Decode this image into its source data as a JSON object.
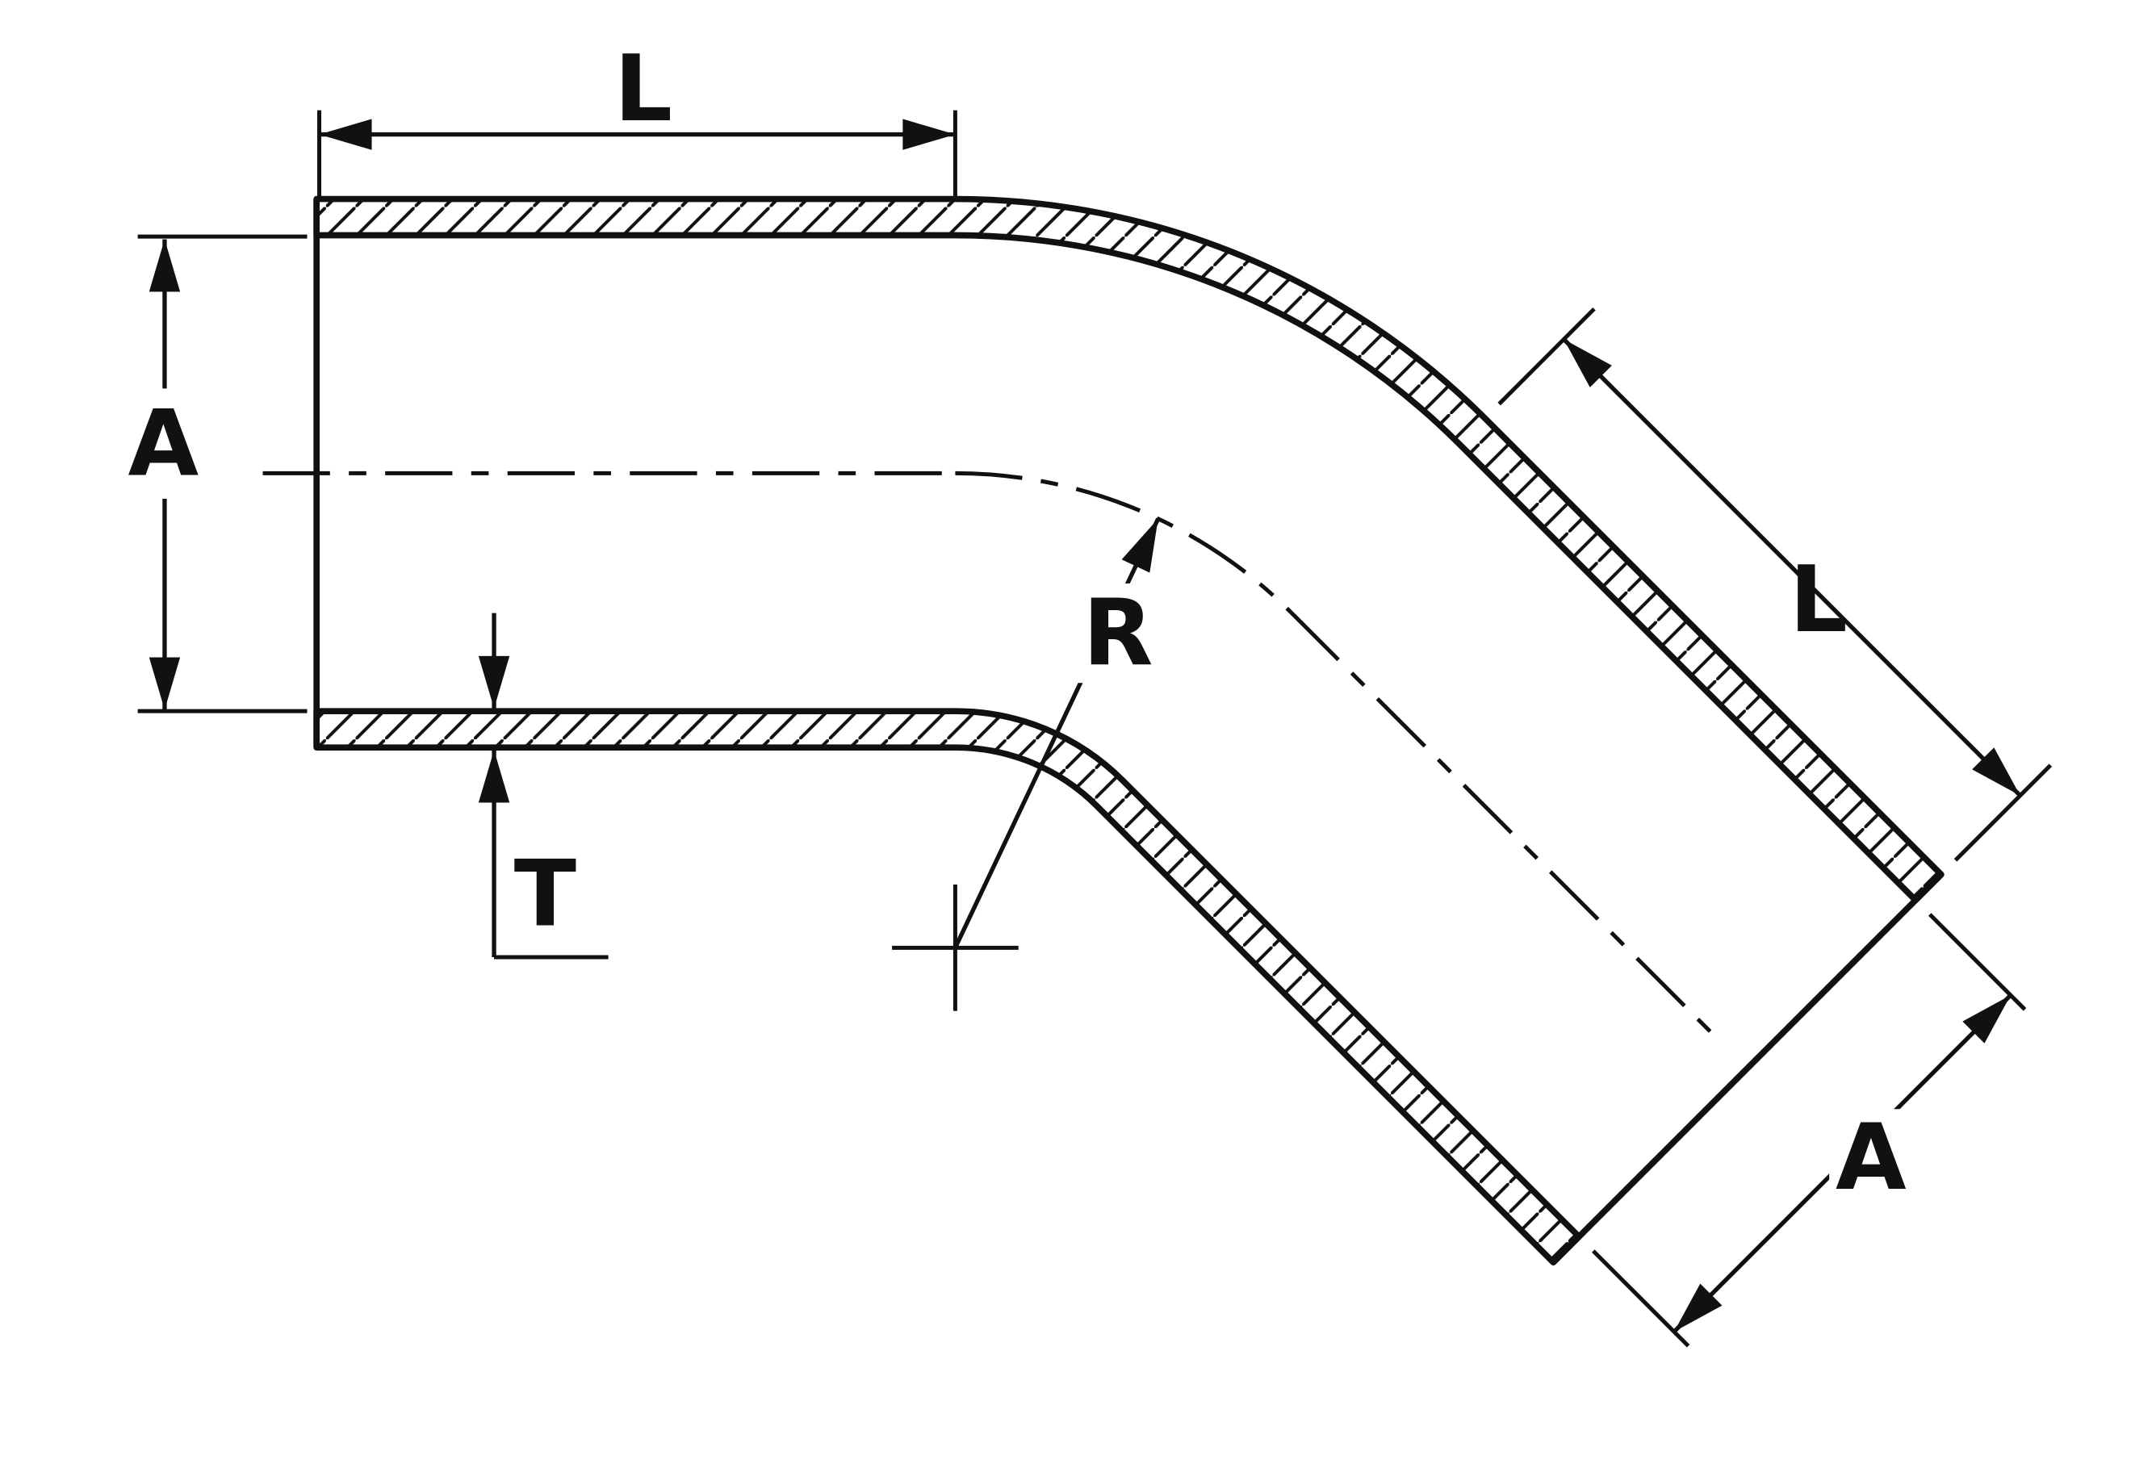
{
  "meta": {
    "title": "45-degree elbow tube technical drawing",
    "view": "side profile with section hatching"
  },
  "colors": {
    "background": "#ffffff",
    "line": "#111111"
  },
  "labels": {
    "length_top": "L",
    "diameter_left": "A",
    "wall_thickness": "T",
    "bend_radius": "R",
    "length_diagonal": "L",
    "diameter_diagonal": "A"
  }
}
